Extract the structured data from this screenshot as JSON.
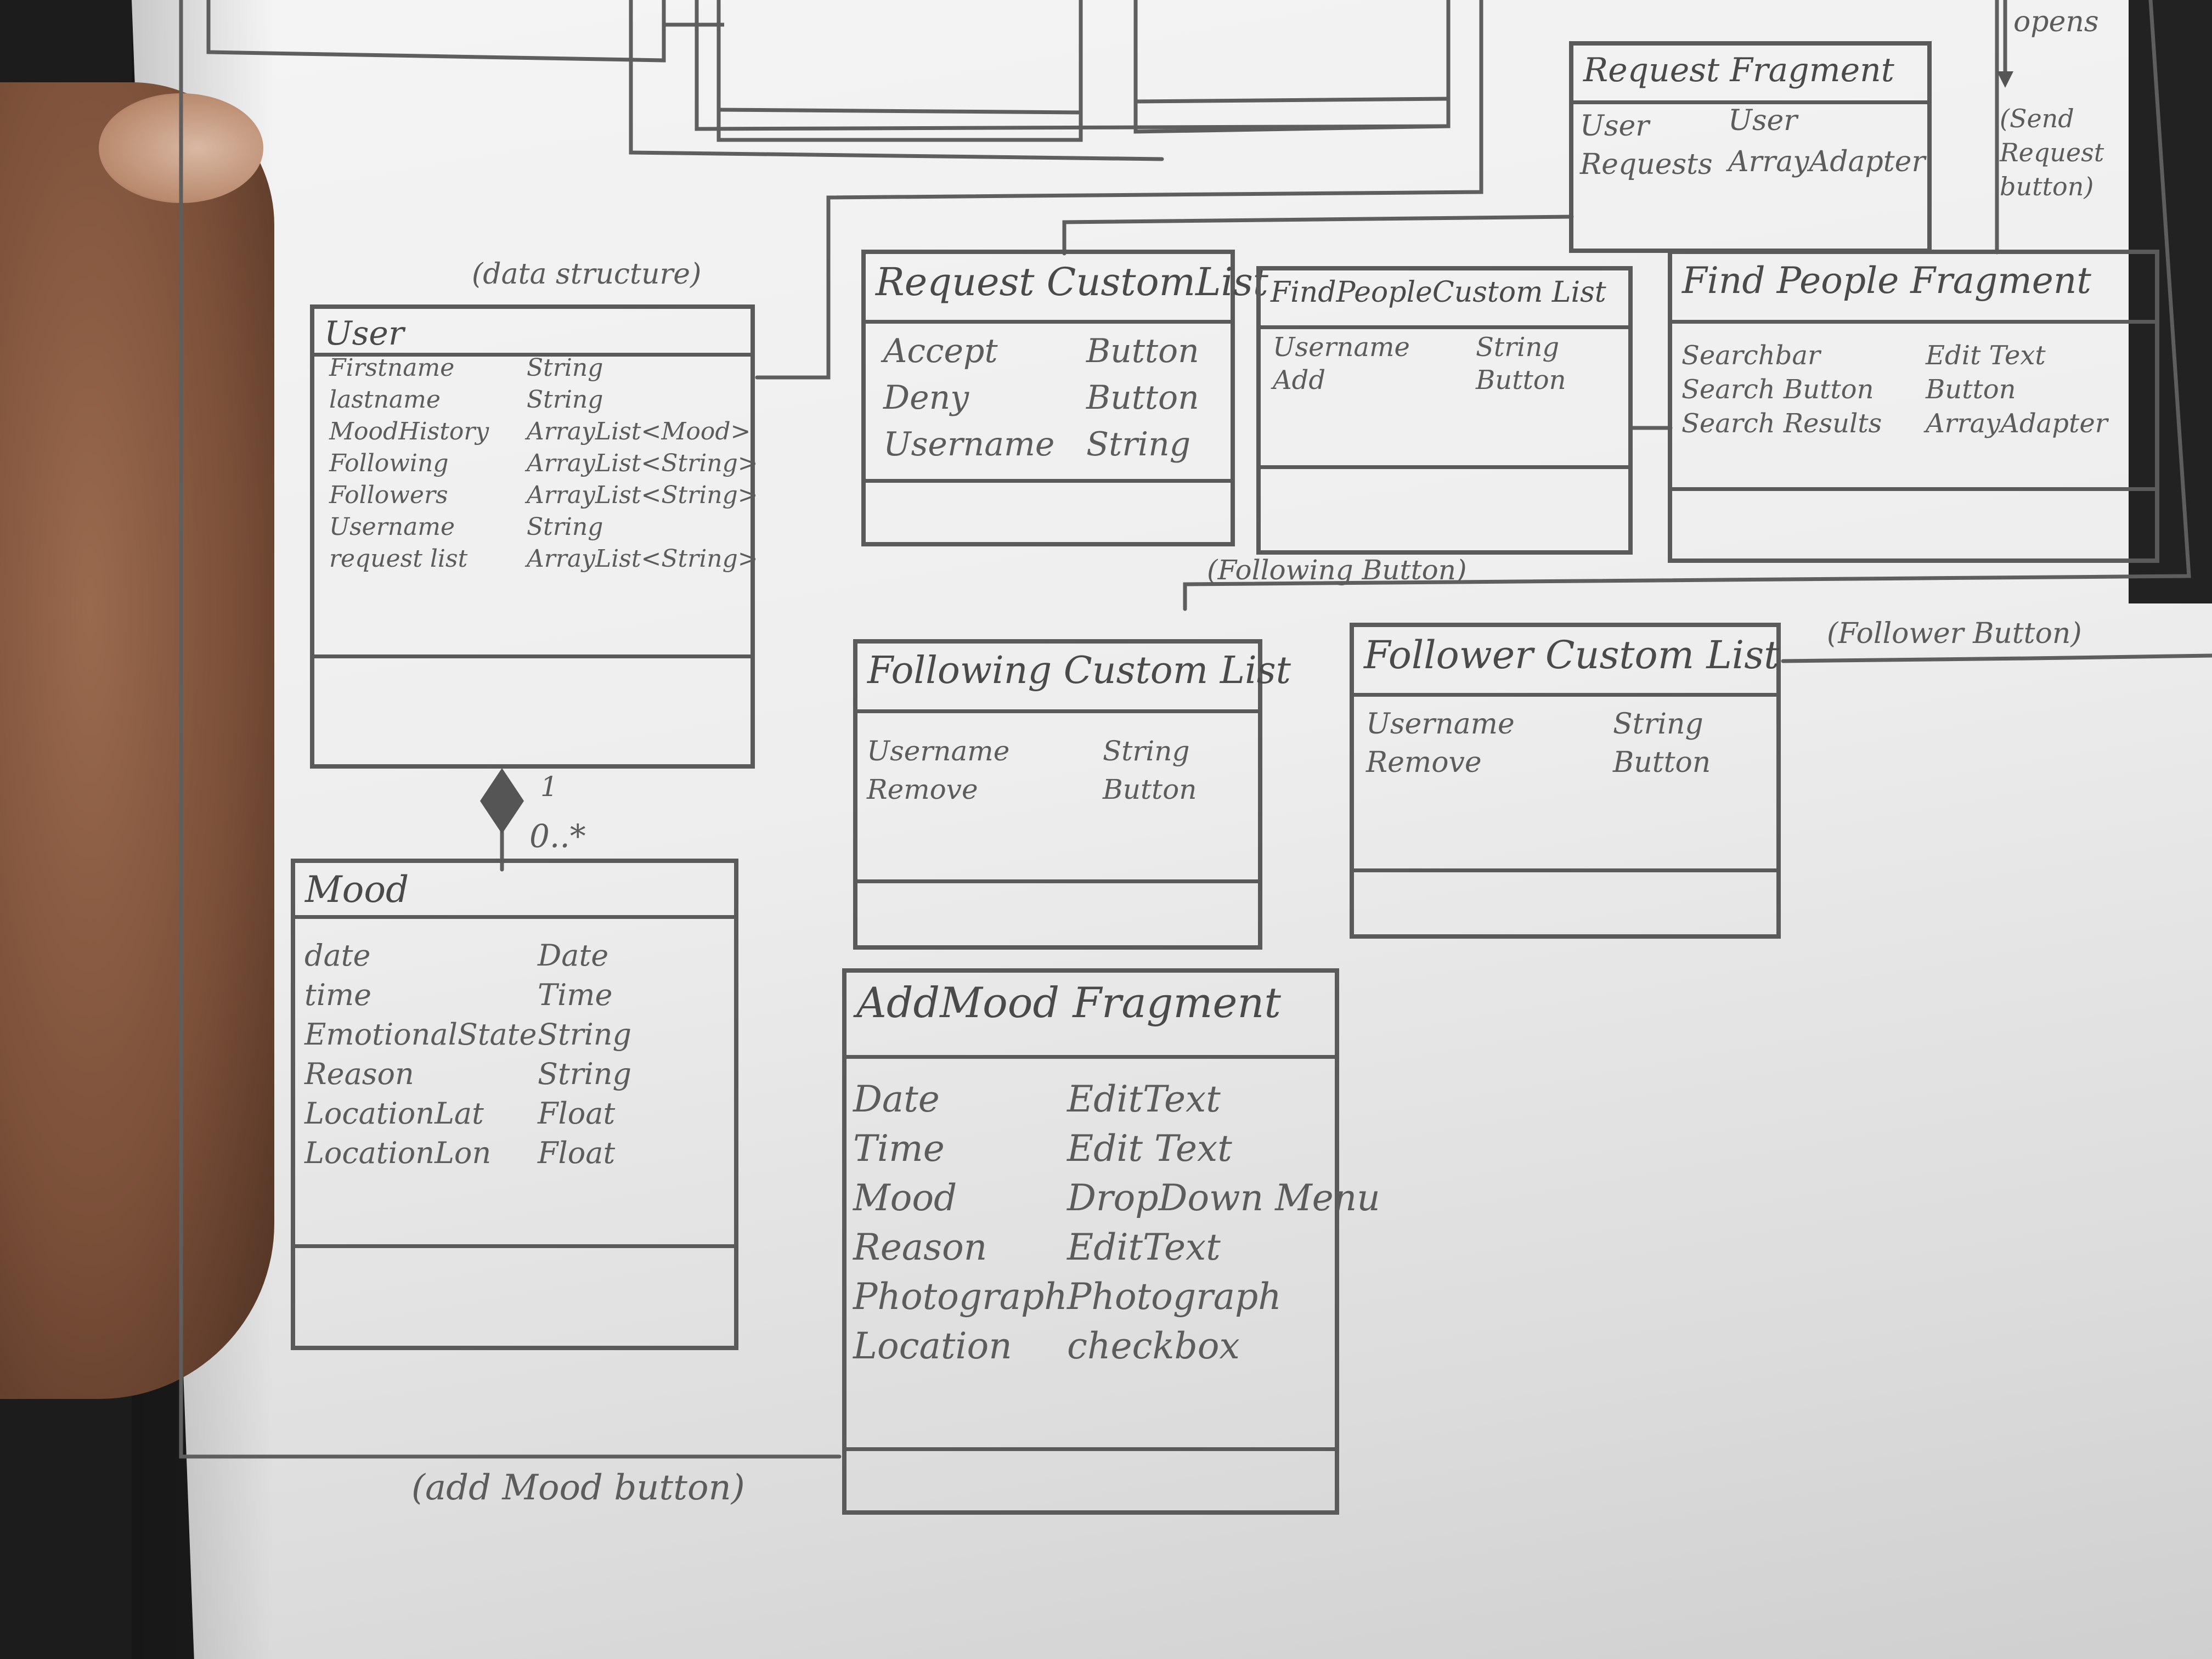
{
  "diagram": {
    "labels": {
      "data_structure": "(data structure)",
      "following_button": "(Following Button)",
      "follower_button": "(Follower Button)",
      "add_mood_button": "(add Mood button)",
      "send_request_button": "(Send Request button)",
      "opens": "opens",
      "multiplicity_one": "1",
      "multiplicity_many": "0..*"
    },
    "classes": {
      "user": {
        "name": "User",
        "attributes": [
          {
            "name": "Firstname",
            "type": "String"
          },
          {
            "name": "lastname",
            "type": "String"
          },
          {
            "name": "MoodHistory",
            "type": "ArrayList<Mood>"
          },
          {
            "name": "Following",
            "type": "ArrayList<String>"
          },
          {
            "name": "Followers",
            "type": "ArrayList<String>"
          },
          {
            "name": "Username",
            "type": "String"
          },
          {
            "name": "request list",
            "type": "ArrayList<String>"
          }
        ]
      },
      "mood": {
        "name": "Mood",
        "attributes": [
          {
            "name": "date",
            "type": "Date"
          },
          {
            "name": "time",
            "type": "Time"
          },
          {
            "name": "EmotionalState",
            "type": "String"
          },
          {
            "name": "Reason",
            "type": "String"
          },
          {
            "name": "LocationLat",
            "type": "Float"
          },
          {
            "name": "LocationLon",
            "type": "Float"
          }
        ]
      },
      "request_custom_list": {
        "name": "Request CustomList",
        "attributes": [
          {
            "name": "Accept",
            "type": "Button"
          },
          {
            "name": "Deny",
            "type": "Button"
          },
          {
            "name": "Username",
            "type": "String"
          }
        ]
      },
      "find_people_custom_list": {
        "name": "FindPeopleCustom List",
        "attributes": [
          {
            "name": "Username",
            "type": "String"
          },
          {
            "name": "Add",
            "type": "Button"
          }
        ]
      },
      "find_people_fragment": {
        "name": "Find People Fragment",
        "attributes": [
          {
            "name": "Searchbar",
            "type": "Edit Text"
          },
          {
            "name": "Search Button",
            "type": "Button"
          },
          {
            "name": "Search Results",
            "type": "ArrayAdapter"
          }
        ]
      },
      "request_fragment": {
        "name": "Request Fragment",
        "attributes": [
          {
            "name": "User",
            "type": "User"
          },
          {
            "name": "Requests",
            "type": "ArrayAdapter"
          }
        ]
      },
      "following_custom_list": {
        "name": "Following Custom List",
        "attributes": [
          {
            "name": "Username",
            "type": "String"
          },
          {
            "name": "Remove",
            "type": "Button"
          }
        ]
      },
      "follower_custom_list": {
        "name": "Follower Custom List",
        "attributes": [
          {
            "name": "Username",
            "type": "String"
          },
          {
            "name": "Remove",
            "type": "Button"
          }
        ]
      },
      "add_mood_fragment": {
        "name": "AddMood Fragment",
        "attributes": [
          {
            "name": "Date",
            "type": "EditText"
          },
          {
            "name": "Time",
            "type": "Edit Text"
          },
          {
            "name": "Mood",
            "type": "DropDown Menu"
          },
          {
            "name": "Reason",
            "type": "EditText"
          },
          {
            "name": "Photograph",
            "type": "Photograph"
          },
          {
            "name": "Location",
            "type": "checkbox"
          }
        ]
      }
    }
  }
}
